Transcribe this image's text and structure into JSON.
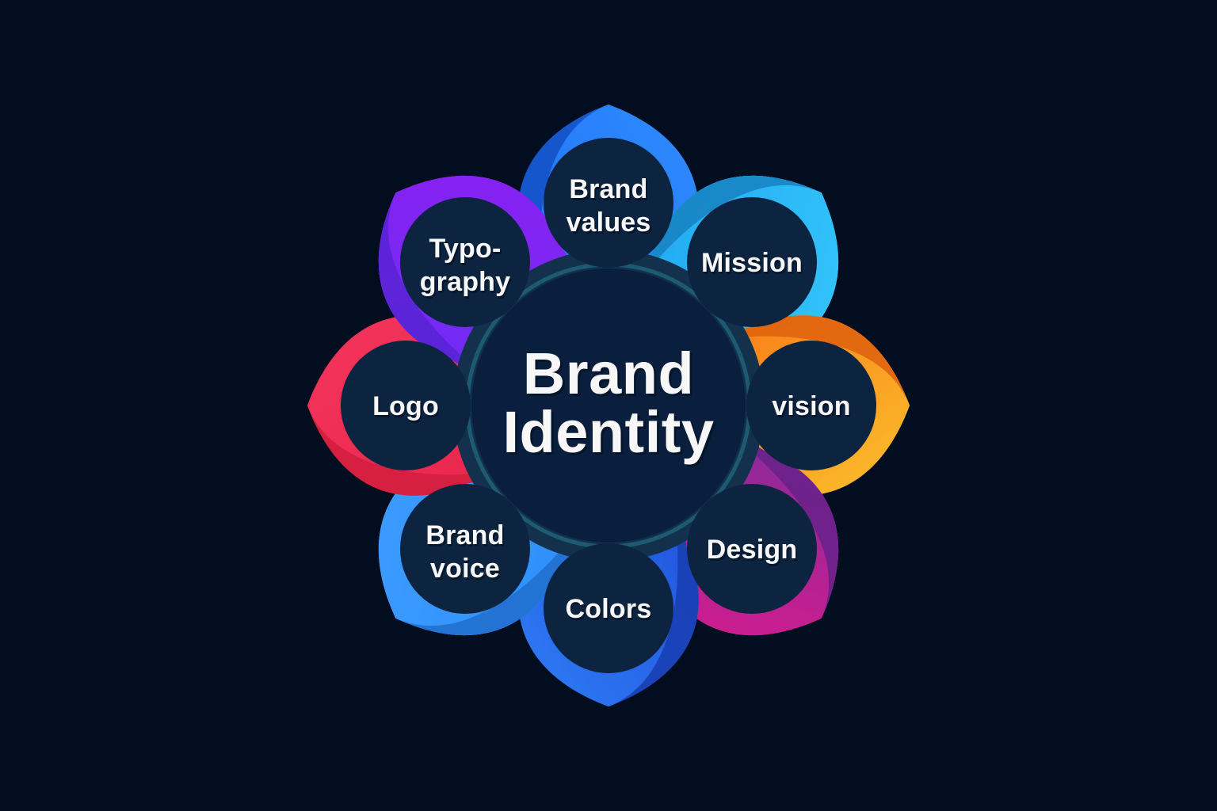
{
  "background_color": "#020d1f",
  "hub": {
    "title_line1": "Brand",
    "title_line2": "Identity",
    "fill": "#0a1f3d",
    "ring_outer": "#13314d",
    "ring_stroke": "#1d5b73",
    "text_color": "#f7f7f7"
  },
  "petals": [
    {
      "id": "brand-values",
      "label_line1": "Brand",
      "label_line2": "values",
      "angle_deg": 0,
      "color_start": "#1e6ef5",
      "color_end": "#2f8cff",
      "shade": "#1452c8",
      "inner_fill": "#0d2440"
    },
    {
      "id": "mission",
      "label_line1": "Mission",
      "label_line2": "",
      "angle_deg": 45,
      "color_start": "#1fa6ef",
      "color_end": "#35c6fb",
      "shade": "#1784c4",
      "inner_fill": "#0d2440"
    },
    {
      "id": "vision",
      "label_line1": "vision",
      "label_line2": "",
      "angle_deg": 90,
      "color_start": "#f97316",
      "color_end": "#fbc02d",
      "shade": "#e0640e",
      "inner_fill": "#0d2440"
    },
    {
      "id": "design",
      "label_line1": "Design",
      "label_line2": "",
      "angle_deg": 135,
      "color_start": "#7b2d9e",
      "color_end": "#d81b8c",
      "shade": "#6a2189",
      "inner_fill": "#0d2440"
    },
    {
      "id": "colors",
      "label_line1": "Colors",
      "label_line2": "",
      "angle_deg": 180,
      "color_start": "#1e4fd8",
      "color_end": "#2f7cf6",
      "shade": "#1a3fb4",
      "inner_fill": "#0d2440"
    },
    {
      "id": "brand-voice",
      "label_line1": "Brand",
      "label_line2": "voice",
      "angle_deg": 225,
      "color_start": "#2b8cfb",
      "color_end": "#3d9dff",
      "shade": "#2270cf",
      "inner_fill": "#0d2440"
    },
    {
      "id": "logo",
      "label_line1": "Logo",
      "label_line2": "",
      "angle_deg": 270,
      "color_start": "#e8234a",
      "color_end": "#f4365c",
      "shade": "#d41f3f",
      "inner_fill": "#0d2440"
    },
    {
      "id": "typography",
      "label_line1": "Typo-",
      "label_line2": "graphy",
      "angle_deg": 315,
      "color_start": "#6a2ff5",
      "color_end": "#8b1ff0",
      "shade": "#5a24d6",
      "inner_fill": "#0d2440"
    }
  ]
}
